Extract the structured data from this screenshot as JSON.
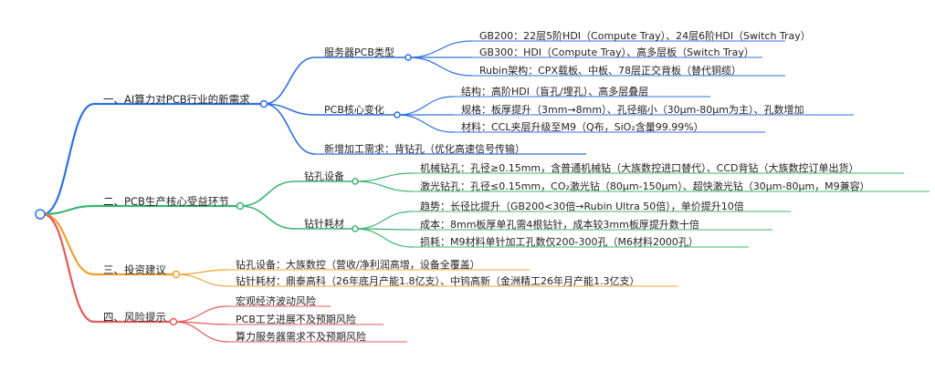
{
  "colors": {
    "ai": "#2f6fe0",
    "pcb": "#3cb371",
    "invest": "#f0a030",
    "risk": "#e45a5a"
  },
  "mindmap": [
    {
      "label": "一、AI算力对PCB行业的新需求",
      "color": "#2f6fe0",
      "children": [
        {
          "label": "服务器PCB类型",
          "children": [
            {
              "label": "GB200：22层5阶HDI（Compute Tray）、24层6阶HDI（Switch Tray）"
            },
            {
              "label": "GB300：HDI（Compute Tray）、高多层板（Switch Tray）"
            },
            {
              "label": "Rubin架构：CPX载板、中板、78层正交背板（替代铜缆）"
            }
          ]
        },
        {
          "label": "PCB核心变化",
          "children": [
            {
              "label": "结构：高阶HDI（盲孔/埋孔）、高多层叠层"
            },
            {
              "label": "规格：板厚提升（3mm→8mm）、孔径缩小（30μm-80μm为主）、孔数增加"
            },
            {
              "label": "材料：CCL夹层升级至M9（Q布，SiO₂含量99.99%）"
            }
          ]
        },
        {
          "label": "新增加工需求：背钻孔（优化高速信号传输）"
        }
      ]
    },
    {
      "label": "二、PCB生产核心受益环节",
      "color": "#3cb371",
      "children": [
        {
          "label": "钻孔设备",
          "children": [
            {
              "label": "机械钻孔：孔径≥0.15mm，含普通机械钻（大族数控进口替代）、CCD背钻（大族数控订单出货）"
            },
            {
              "label": "激光钻孔：孔径≤0.15mm，CO₂激光钻（80μm-150μm）、超快激光钻（30μm-80μm，M9兼容）"
            }
          ]
        },
        {
          "label": "钻针耗材",
          "children": [
            {
              "label": "趋势：长径比提升（GB200<30倍→Rubin Ultra 50倍），单价提升10倍"
            },
            {
              "label": "成本：8mm板厚单孔需4根钻针，成本较3mm板厚提升数十倍"
            },
            {
              "label": "损耗：M9材料单针加工孔数仅200-300孔（M6材料2000孔）"
            }
          ]
        }
      ]
    },
    {
      "label": "三、投资建议",
      "color": "#f0a030",
      "children": [
        {
          "label": "钻孔设备：大族数控（营收/净利润高增，设备全覆盖）"
        },
        {
          "label": "钻针耗材：鼎泰高科（26年底月产能1.8亿支）、中钨高新（金洲精工26年月产能1.3亿支）"
        }
      ]
    },
    {
      "label": "四、风险提示",
      "color": "#e45a5a",
      "children": [
        {
          "label": "宏观经济波动风险"
        },
        {
          "label": "PCB工艺进展不及预期风险"
        },
        {
          "label": "算力服务器需求不及预期风险"
        }
      ]
    }
  ]
}
